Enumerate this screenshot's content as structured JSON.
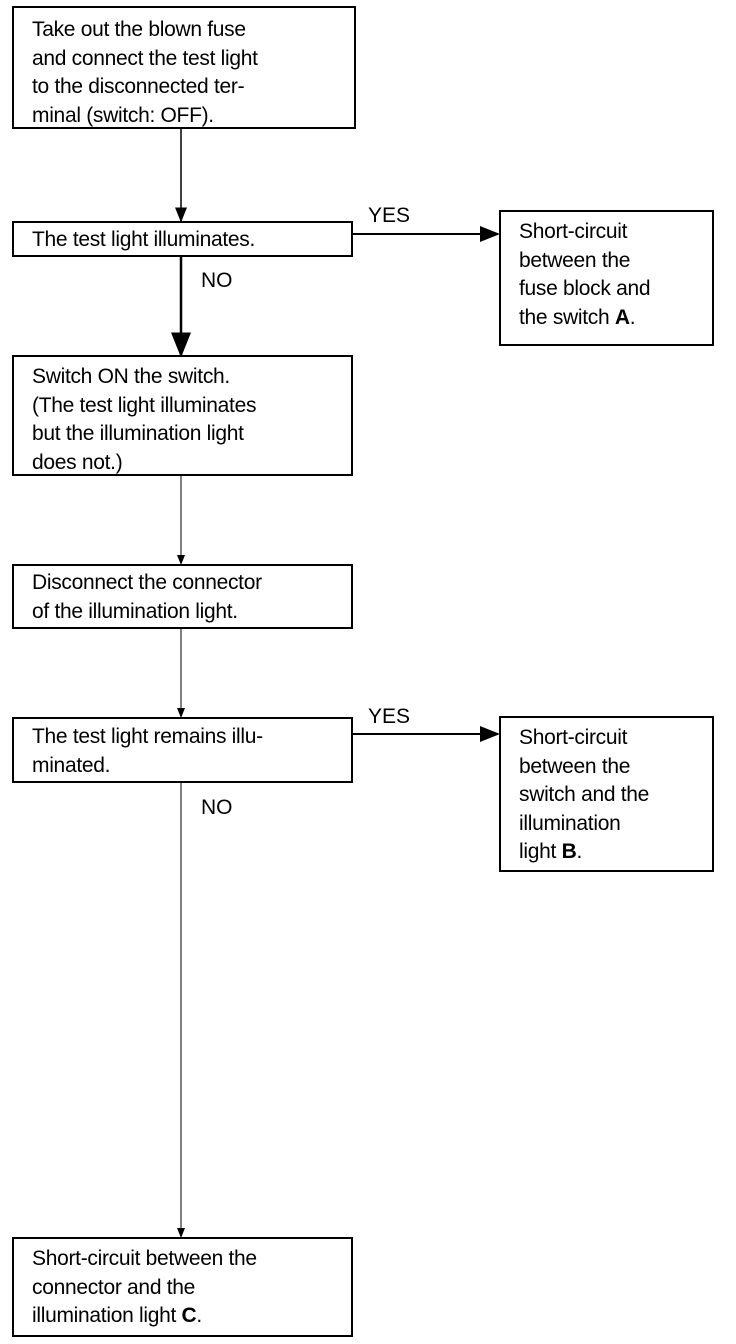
{
  "nodes": {
    "start": {
      "lines": [
        "Take out the blown fuse",
        "and connect the test light",
        "to the disconnected ter-",
        "minal (switch: OFF)."
      ]
    },
    "check1": {
      "lines": [
        "The test light illuminates."
      ]
    },
    "result_a": {
      "lines": [
        "Short-circuit",
        "between the",
        "fuse block and",
        "the switch "
      ],
      "bold": "A",
      "end": "."
    },
    "switch_on": {
      "lines": [
        "Switch ON the switch.",
        "(The test light illuminates",
        "but the illumination light",
        "does not.)"
      ]
    },
    "disconnect": {
      "lines": [
        "Disconnect the connector",
        "of the illumination light."
      ]
    },
    "check2": {
      "lines": [
        "The test light remains illu-",
        "minated."
      ]
    },
    "result_b": {
      "lines": [
        "Short-circuit",
        "between the",
        "switch and the",
        "illumination",
        "light "
      ],
      "bold": "B",
      "end": "."
    },
    "result_c": {
      "lines": [
        "Short-circuit between the",
        "connector and the",
        "illumination light "
      ],
      "bold": "C",
      "end": "."
    }
  },
  "edge_labels": {
    "yes1": "YES",
    "no1": "NO",
    "yes2": "YES",
    "no2": "NO"
  }
}
